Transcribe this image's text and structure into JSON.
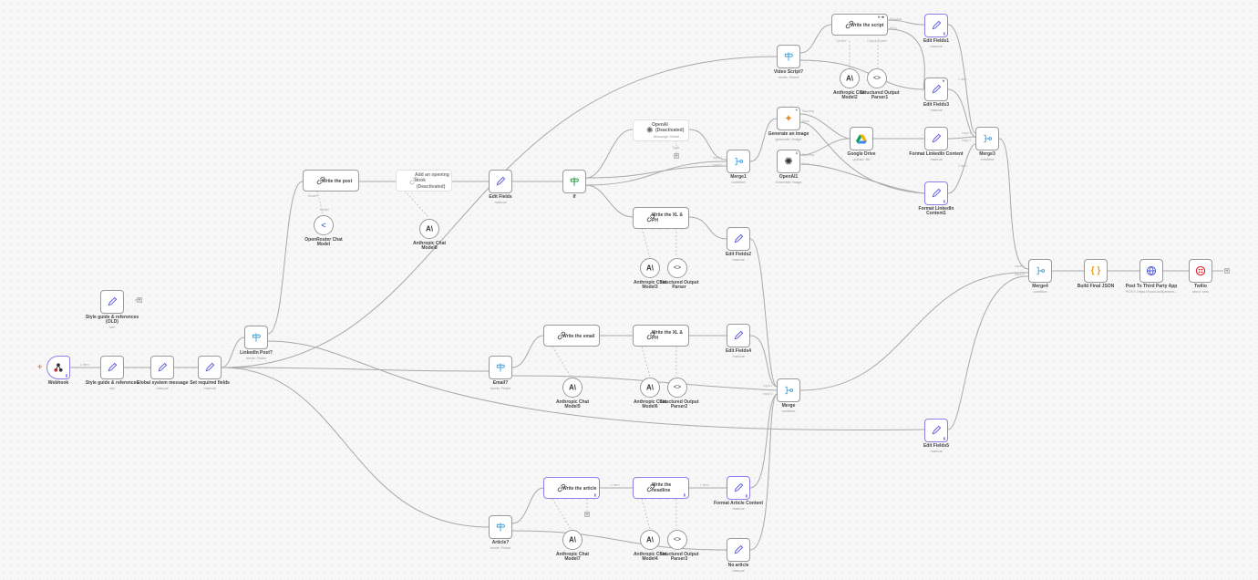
{
  "canvas": {
    "background": "#f7f7f7",
    "accent": "#8b80e8"
  },
  "nodes": {
    "webhook": {
      "title": "Webhook",
      "icon": "webhook-icon"
    },
    "style_old": {
      "title": "Style guide & references",
      "title2": "(OLD)",
      "sub": "set"
    },
    "style": {
      "title": "Style guide & references",
      "sub": "set"
    },
    "global": {
      "title": "Global system message",
      "sub": "manual"
    },
    "setreq": {
      "title": "Set required fields",
      "sub": "manual"
    },
    "linkedin": {
      "title": "LinkedIn Post?",
      "sub": "mode: Rules"
    },
    "writepost": {
      "title": "Write the post"
    },
    "openrouter": {
      "title": "OpenRouter Chat",
      "title2": "Model"
    },
    "hook": {
      "title": "Add an opening",
      "title2": "hook",
      "title3": "(Deactivated)"
    },
    "anth8": {
      "title": "Anthropic Chat",
      "title2": "Model8"
    },
    "editfields": {
      "title": "Edit Fields",
      "sub": "manual"
    },
    "if": {
      "title": "If"
    },
    "openai_deact": {
      "title": "OpenAI",
      "title2": "(Deactivated)",
      "sub": "Message Model",
      "port": "Tools"
    },
    "merge1": {
      "title": "Merge1",
      "sub": "combine",
      "in1": "input 1",
      "in2": "input 2"
    },
    "genimage": {
      "title": "Generate an image",
      "sub": "generate: Image",
      "out1": "Success",
      "out2": "Error"
    },
    "openai1": {
      "title": "OpenAI1",
      "sub": "Generate Image",
      "badge": "1",
      "out1": "Success",
      "out2": "Error"
    },
    "gdrive": {
      "title": "Google Drive",
      "sub": "upload: file"
    },
    "fmtlinkedin": {
      "title": "Format LinkedIn Content",
      "sub": "manual"
    },
    "fmtlinkedin1": {
      "title": "Format LinkedIn",
      "title2": "Content1",
      "sub": "manual"
    },
    "merge3": {
      "title": "Merge3",
      "sub": "combine",
      "in1": "input 1",
      "in2": "input 2"
    },
    "videoscript": {
      "title": "Video Script?",
      "sub": "mode: Rules"
    },
    "writescript": {
      "title": "Write the script",
      "ports": [
        "Model*",
        "Output Parser"
      ],
      "out1": "Success",
      "out2": "Error"
    },
    "anth2": {
      "title": "Anthropic Chat",
      "title2": "Model2"
    },
    "parser1": {
      "title": "Structured Output",
      "title2": "Parser1"
    },
    "editfields1": {
      "title": "Edit Fields1",
      "sub": "manual"
    },
    "editfields3": {
      "title": "Edit Fields3",
      "sub": "manual"
    },
    "writexl1": {
      "title": "Write the XL &",
      "title2": "PH"
    },
    "anth3": {
      "title": "Anthropic Chat",
      "title2": "Model3"
    },
    "parser": {
      "title": "Structured Output",
      "title2": "Parser"
    },
    "editfields2": {
      "title": "Edit Fields2",
      "sub": "manual"
    },
    "merge4": {
      "title": "Merge4",
      "sub": "combine",
      "in1": "input 1",
      "in2": "input 2"
    },
    "buildjson": {
      "title": "Build Final JSON"
    },
    "post3p": {
      "title": "Post To Third Party App",
      "sub": "POST: https://hook.bolly/etwin..."
    },
    "twilio": {
      "title": "Twilio",
      "sub": "send: sms"
    },
    "email": {
      "title": "Email?",
      "sub": "mode: Rules"
    },
    "writeemail": {
      "title": "Write the email"
    },
    "anth5": {
      "title": "Anthropic Chat",
      "title2": "Model5"
    },
    "writexl2": {
      "title": "Write the XL &",
      "title2": "PH"
    },
    "anth6": {
      "title": "Anthropic Chat",
      "title2": "Model6"
    },
    "parser2": {
      "title": "Structured Output",
      "title2": "Parser2"
    },
    "editfields4": {
      "title": "Edit Fields4",
      "sub": "manual"
    },
    "merge": {
      "title": "Merge",
      "sub": "combine",
      "in1": "input 1",
      "in2": "input 2"
    },
    "editfields5": {
      "title": "Edit Fields5",
      "sub": "manual"
    },
    "article": {
      "title": "Article?",
      "sub": "mode: Rules"
    },
    "writearticle": {
      "title": "Write the article"
    },
    "anth7": {
      "title": "Anthropic Chat",
      "title2": "Model7"
    },
    "writeheadline": {
      "title": "Write the",
      "title2": "headline"
    },
    "anth4": {
      "title": "Anthropic Chat",
      "title2": "Model4"
    },
    "parser3": {
      "title": "Structured Output",
      "title2": "Parser3"
    },
    "fmtarticle": {
      "title": "Format Article Content",
      "sub": "manual"
    },
    "noarticle": {
      "title": "No article",
      "sub": "manual"
    }
  },
  "labels": {
    "model": "Model*",
    "model_in": "Model",
    "output_parser": "Output Parser",
    "one_item": "1 item"
  }
}
